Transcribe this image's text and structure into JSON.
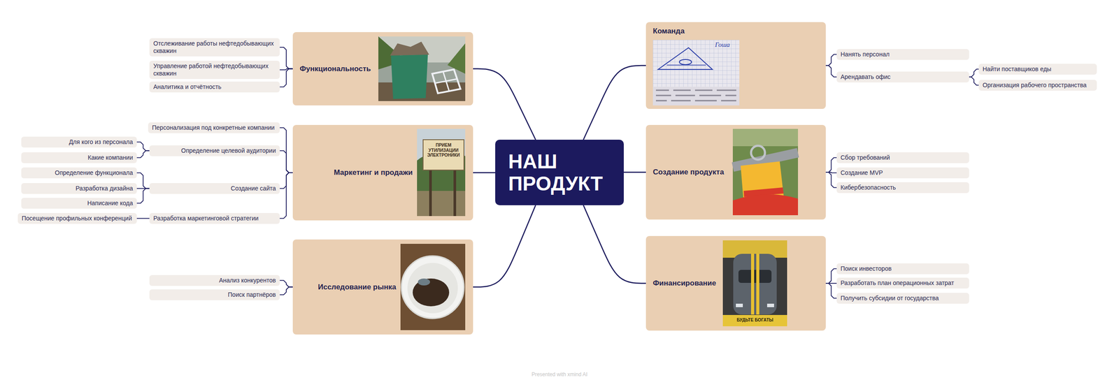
{
  "diagram": {
    "nodes": [
      {
        "text": [
          "НАШ ПРОДУКТ"
        ]
      },
      {
        "text": [
          "Функциональность"
        ]
      },
      {
        "text": [
          "Отслеживание работы нефтедобывающих скважин"
        ]
      },
      {
        "text": [
          "Управление работой нефтедобывающих скважин"
        ]
      },
      {
        "text": [
          "Аналитика и отчётность"
        ]
      },
      {
        "text": [
          "Маркетинг и продажи"
        ]
      },
      {
        "text": [
          "Персонализация под конкретные компании"
        ]
      },
      {
        "text": [
          "Определение целевой аудитории"
        ]
      },
      {
        "text": [
          "Для кого из персонала"
        ]
      },
      {
        "text": [
          "Какие компании"
        ]
      },
      {
        "text": [
          "Создание сайта"
        ]
      },
      {
        "text": [
          "Определение функционала"
        ]
      },
      {
        "text": [
          "Разработка дизайна"
        ]
      },
      {
        "text": [
          "Написание кода"
        ]
      },
      {
        "text": [
          "Разработка маркетинговой стратегии"
        ]
      },
      {
        "text": [
          "Посещение профильных конференций"
        ]
      },
      {
        "text": [
          "Исследование рынка"
        ]
      },
      {
        "text": [
          "Анализ конкурентов"
        ]
      },
      {
        "text": [
          "Поиск партнёров"
        ]
      },
      {
        "text": [
          "Команда"
        ]
      },
      {
        "text": [
          "Нанять персонал"
        ]
      },
      {
        "text": [
          "Арендавать офис"
        ]
      },
      {
        "text": [
          "Найти поставщиков еды"
        ]
      },
      {
        "text": [
          "Организация рабочего пространства"
        ]
      },
      {
        "text": [
          "Создание продукта"
        ]
      },
      {
        "text": [
          "Сбор требований"
        ]
      },
      {
        "text": [
          "Создание MVP"
        ]
      },
      {
        "text": [
          "Кибербезопасность"
        ]
      },
      {
        "text": [
          "Финансирование"
        ]
      },
      {
        "text": [
          "Поиск инвесторов"
        ]
      },
      {
        "text": [
          "Разработать план операционных затрат"
        ]
      },
      {
        "text": [
          "Получить субсидии от государства"
        ]
      }
    ],
    "edges": [
      {
        "from": 0,
        "to": 1,
        "arrow": "none"
      },
      {
        "from": 1,
        "to": 2,
        "arrow": "none"
      },
      {
        "from": 1,
        "to": 3,
        "arrow": "none"
      },
      {
        "from": 1,
        "to": 4,
        "arrow": "none"
      },
      {
        "from": 0,
        "to": 5,
        "arrow": "none"
      },
      {
        "from": 5,
        "to": 6,
        "arrow": "none"
      },
      {
        "from": 5,
        "to": 7,
        "arrow": "none"
      },
      {
        "from": 7,
        "to": 8,
        "arrow": "none"
      },
      {
        "from": 7,
        "to": 9,
        "arrow": "none"
      },
      {
        "from": 5,
        "to": 10,
        "arrow": "none"
      },
      {
        "from": 10,
        "to": 11,
        "arrow": "none"
      },
      {
        "from": 10,
        "to": 12,
        "arrow": "none"
      },
      {
        "from": 10,
        "to": 13,
        "arrow": "none"
      },
      {
        "from": 5,
        "to": 14,
        "arrow": "none"
      },
      {
        "from": 14,
        "to": 15,
        "arrow": "none"
      },
      {
        "from": 0,
        "to": 16,
        "arrow": "none"
      },
      {
        "from": 16,
        "to": 17,
        "arrow": "none"
      },
      {
        "from": 16,
        "to": 18,
        "arrow": "none"
      },
      {
        "from": 0,
        "to": 19,
        "arrow": "none"
      },
      {
        "from": 19,
        "to": 20,
        "arrow": "none"
      },
      {
        "from": 19,
        "to": 21,
        "arrow": "none"
      },
      {
        "from": 21,
        "to": 22,
        "arrow": "none"
      },
      {
        "from": 21,
        "to": 23,
        "arrow": "none"
      },
      {
        "from": 0,
        "to": 24,
        "arrow": "none"
      },
      {
        "from": 24,
        "to": 25,
        "arrow": "none"
      },
      {
        "from": 24,
        "to": 26,
        "arrow": "none"
      },
      {
        "from": 24,
        "to": 27,
        "arrow": "none"
      },
      {
        "from": 0,
        "to": 28,
        "arrow": "none"
      },
      {
        "from": 28,
        "to": 29,
        "arrow": "none"
      },
      {
        "from": 28,
        "to": 30,
        "arrow": "none"
      },
      {
        "from": 28,
        "to": 31,
        "arrow": "none"
      }
    ],
    "labels": [
      "Гоша",
      "ПРИЕМ УТИЛИЗАЦИИ ЭЛЕКТРОНИКИ",
      "БУДЬТЕ БОГАТЫ",
      "Presented with xmind AI"
    ]
  }
}
